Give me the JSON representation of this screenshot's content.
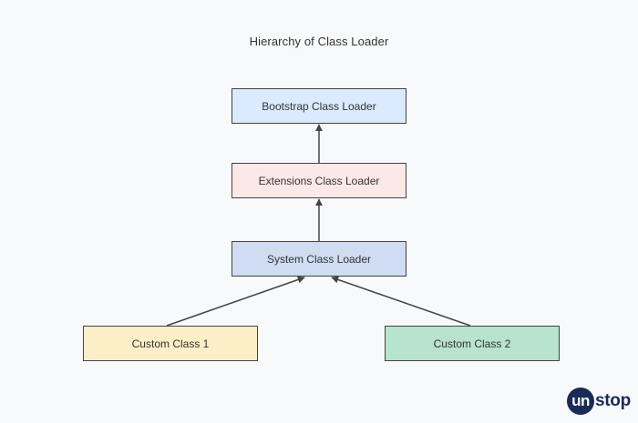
{
  "title": "Hierarchy of Class Loader",
  "nodes": [
    {
      "id": "bootstrap",
      "label": "Bootstrap Class Loader",
      "fill": "#dbeafe"
    },
    {
      "id": "extensions",
      "label": "Extensions Class Loader",
      "fill": "#fde8e8"
    },
    {
      "id": "system",
      "label": "System Class Loader",
      "fill": "#cfdcf2"
    },
    {
      "id": "custom1",
      "label": "Custom Class 1",
      "fill": "#fcefc7"
    },
    {
      "id": "custom2",
      "label": "Custom Class 2",
      "fill": "#b8e3cc"
    }
  ],
  "edges": [
    {
      "from": "extensions",
      "to": "bootstrap"
    },
    {
      "from": "system",
      "to": "extensions"
    },
    {
      "from": "custom1",
      "to": "system"
    },
    {
      "from": "custom2",
      "to": "system"
    }
  ],
  "colors": {
    "background": "#f8f9fa",
    "stroke": "#444444",
    "text": "#333333",
    "brand": "#1b2b57"
  },
  "logo": {
    "text_badge": "un",
    "text_rest": "stop"
  }
}
